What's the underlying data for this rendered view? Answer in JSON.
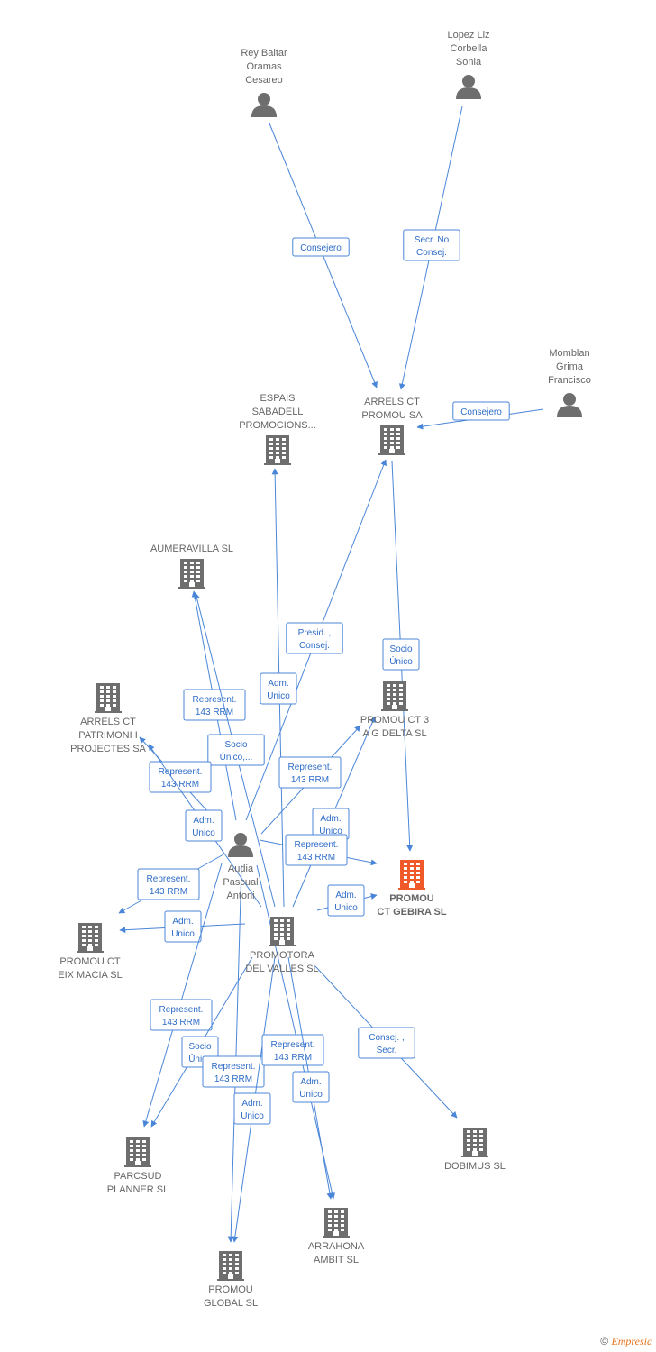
{
  "colors": {
    "edge": "#4a86d8",
    "edge_text": "#2e6cc7",
    "node": "#6e6e6e",
    "highlight": "#f05a2a",
    "label": "#666666"
  },
  "nodes": [
    {
      "id": "rey",
      "type": "person",
      "label": [
        "Rey Baltar",
        "Oramas",
        "Cesareo"
      ]
    },
    {
      "id": "lopez",
      "type": "person",
      "label": [
        "Lopez Liz",
        "Corbella",
        "Sonia"
      ]
    },
    {
      "id": "momblan",
      "type": "person",
      "label": [
        "Momblan",
        "Grima",
        "Francisco"
      ]
    },
    {
      "id": "arrels_sa",
      "type": "company",
      "label": [
        "ARRELS CT",
        "PROMOU SA"
      ]
    },
    {
      "id": "espais",
      "type": "company",
      "label": [
        "ESPAIS",
        "SABADELL",
        "PROMOCIONS..."
      ]
    },
    {
      "id": "aumeravilla",
      "type": "company",
      "label": [
        "AUMERAVILLA SL"
      ]
    },
    {
      "id": "arrels_pat",
      "type": "company",
      "label": [
        "ARRELS CT",
        "PATRIMONI I",
        "PROJECTES SA"
      ]
    },
    {
      "id": "promou3",
      "type": "company",
      "label": [
        "PROMOU CT 3",
        "A G DELTA SL"
      ]
    },
    {
      "id": "gebira",
      "type": "company",
      "highlight": true,
      "label": [
        "PROMOU",
        "CT GEBIRA SL"
      ]
    },
    {
      "id": "audia",
      "type": "person",
      "label": [
        "Audia",
        "Pascual",
        "Antoni"
      ]
    },
    {
      "id": "promotora",
      "type": "company",
      "label": [
        "PROMOTORA",
        "DEL VALLES SL"
      ]
    },
    {
      "id": "eixmacia",
      "type": "company",
      "label": [
        "PROMOU CT",
        "EIX MACIA SL"
      ]
    },
    {
      "id": "parcsud",
      "type": "company",
      "label": [
        "PARCSUD",
        "PLANNER SL"
      ]
    },
    {
      "id": "dobimus",
      "type": "company",
      "label": [
        "DOBIMUS SL"
      ]
    },
    {
      "id": "arrahona",
      "type": "company",
      "label": [
        "ARRAHONA",
        "AMBIT  SL"
      ]
    },
    {
      "id": "global",
      "type": "company",
      "label": [
        "PROMOU",
        "GLOBAL  SL"
      ]
    }
  ],
  "edges": [
    {
      "from": "rey",
      "to": "arrels_sa",
      "label": [
        "Consejero"
      ]
    },
    {
      "from": "lopez",
      "to": "arrels_sa",
      "label": [
        "Secr.  No",
        "Consej."
      ]
    },
    {
      "from": "momblan",
      "to": "arrels_sa",
      "label": [
        "Consejero"
      ]
    },
    {
      "from": "arrels_sa",
      "to": "gebira",
      "label": [
        "Socio",
        "Único"
      ]
    },
    {
      "from": "audia",
      "to": "arrels_sa",
      "label": [
        "Presid. ,",
        "Consej."
      ]
    },
    {
      "from": "promotora",
      "to": "espais",
      "label": [
        "Adm.",
        "Unico"
      ]
    },
    {
      "from": "audia",
      "to": "aumeravilla",
      "label": [
        "Represent.",
        "143 RRM"
      ]
    },
    {
      "from": "promotora",
      "to": "aumeravilla",
      "label": [
        "Socio",
        "Único,..."
      ]
    },
    {
      "from": "audia",
      "to": "arrels_pat",
      "label": [
        "Represent.",
        "143 RRM"
      ]
    },
    {
      "from": "promotora",
      "to": "arrels_pat",
      "label": [
        "Adm.",
        "Unico"
      ]
    },
    {
      "from": "audia",
      "to": "promou3",
      "label": [
        "Represent.",
        "143 RRM"
      ]
    },
    {
      "from": "promotora",
      "to": "promou3",
      "label": [
        "Adm.",
        "Unico"
      ]
    },
    {
      "from": "audia",
      "to": "gebira",
      "label": [
        "Represent.",
        "143 RRM"
      ]
    },
    {
      "from": "promotora",
      "to": "gebira",
      "label": [
        "Adm.",
        "Unico"
      ]
    },
    {
      "from": "audia",
      "to": "eixmacia",
      "label": [
        "Represent.",
        "143 RRM"
      ]
    },
    {
      "from": "promotora",
      "to": "eixmacia",
      "label": [
        "Adm.",
        "Unico"
      ]
    },
    {
      "from": "audia",
      "to": "parcsud",
      "label": [
        "Represent.",
        "143 RRM"
      ]
    },
    {
      "from": "promotora",
      "to": "parcsud",
      "label": [
        "Socio",
        "Único"
      ]
    },
    {
      "from": "audia",
      "to": "global",
      "label": [
        "Represent.",
        "143 RRM"
      ]
    },
    {
      "from": "promotora",
      "to": "global",
      "label": [
        "Adm.",
        "Unico"
      ]
    },
    {
      "from": "audia",
      "to": "arrahona",
      "label": [
        "Represent.",
        "143 RRM"
      ]
    },
    {
      "from": "promotora",
      "to": "arrahona",
      "label": [
        "Adm.",
        "Unico"
      ]
    },
    {
      "from": "promotora",
      "to": "dobimus",
      "label": [
        "Consej. ,",
        "Secr."
      ]
    }
  ],
  "footer": {
    "symbol": "©",
    "brand": "Empresia"
  }
}
